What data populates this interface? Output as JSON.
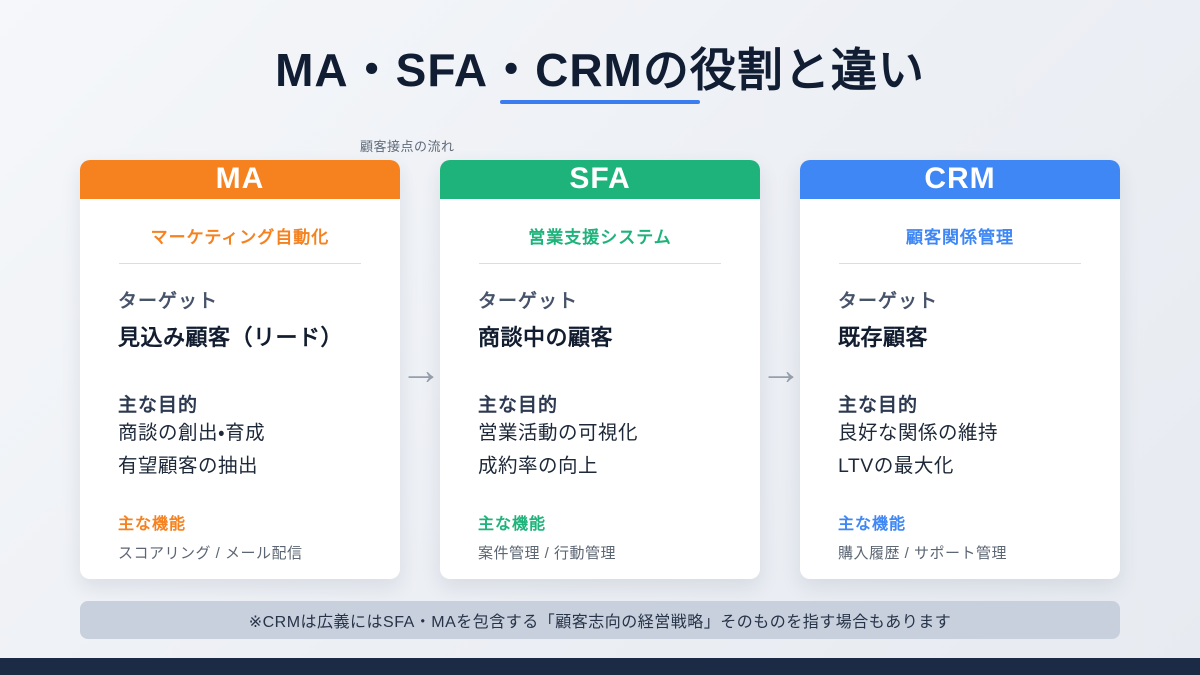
{
  "title": "MA・SFA・CRMの役割と違い",
  "flow_label": "顧客接点の流れ",
  "arrow_icon": "→",
  "cards": [
    {
      "name": "MA",
      "color": "#F5821F",
      "subtitle": "マーケティング自動化",
      "target_label": "ターゲット",
      "target": "見込み顧客（リード）",
      "purpose_label": "主な目的",
      "purposes": [
        "商談の創出・育成",
        "有望顧客の抽出"
      ],
      "function_label": "主な機能",
      "functions": "スコアリング / メール配信"
    },
    {
      "name": "SFA",
      "color": "#1FB37C",
      "subtitle": "営業支援システム",
      "target_label": "ターゲット",
      "target": "商談中の顧客",
      "purpose_label": "主な目的",
      "purposes": [
        "営業活動の可視化",
        "成約率の向上"
      ],
      "function_label": "主な機能",
      "functions": "案件管理 / 行動管理"
    },
    {
      "name": "CRM",
      "color": "#3E87F5",
      "subtitle": "顧客関係管理",
      "target_label": "ターゲット",
      "target": "既存顧客",
      "purpose_label": "主な目的",
      "purposes": [
        "良好な関係の維持",
        "LTVの最大化"
      ],
      "function_label": "主な機能",
      "functions": "購入履歴 / サポート管理"
    }
  ],
  "note": "※CRMは広義にはSFA・MAを包含する「顧客志向の経営戦略」そのものを指す場合もあります",
  "colors": {
    "title_text": "#101D33",
    "title_underline": "#3B7DF0",
    "ma_accent": "#F5821F",
    "sfa_accent": "#1FB37C",
    "crm_accent": "#3E87F5",
    "arrow": "#97A0AC",
    "note_bg": "#C7D0DC",
    "bottom_bar": "#1B2B45"
  }
}
